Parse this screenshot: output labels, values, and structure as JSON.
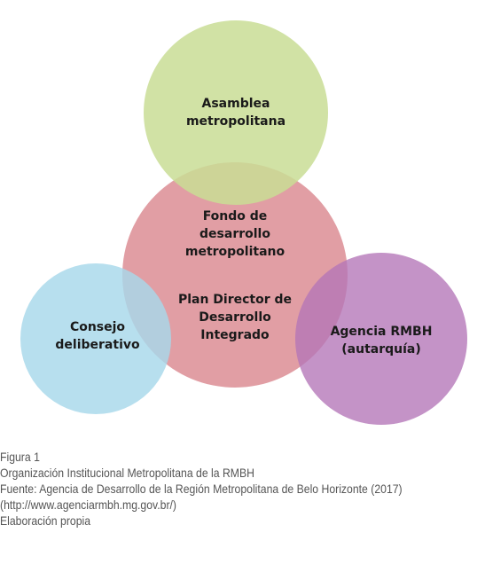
{
  "diagram": {
    "nodes": [
      {
        "id": "asamblea",
        "lines": [
          "Asamblea",
          "metropolitana"
        ],
        "fill": "#c9dd95"
      },
      {
        "id": "central",
        "lines": [
          "Fondo de",
          "desarrollo",
          "metropolitano",
          "",
          "Plan Director de",
          "Desarrollo",
          "Integrado"
        ],
        "fill": "#d9838a"
      },
      {
        "id": "consejo",
        "lines": [
          "Consejo",
          "deliberativo"
        ],
        "fill": "#a7d8ea"
      },
      {
        "id": "agencia",
        "lines": [
          "Agencia RMBH",
          "(autarquía)"
        ],
        "fill": "#b374b7"
      }
    ]
  },
  "caption": {
    "figure_label": "Figura 1",
    "title": "Organización Institucional Metropolitana de la RMBH",
    "source": "Fuente: Agencia de Desarrollo de la Región Metropolitana de Belo Horizonte (2017)",
    "url": "(http://www.agenciarmbh.mg.gov.br/)",
    "note": "Elaboración propia"
  }
}
